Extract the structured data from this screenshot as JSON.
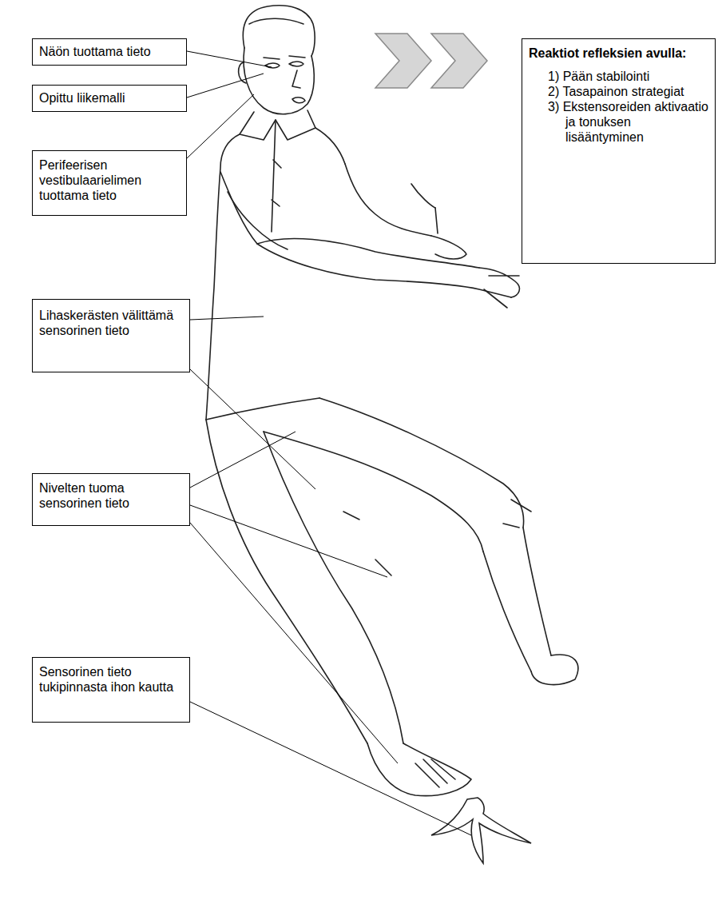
{
  "diagram": {
    "nodes": [
      {
        "text": [
          "Näön tuottama tieto"
        ]
      },
      {
        "text": [
          "Opittu liikemalli"
        ]
      },
      {
        "text": [
          "Reaktiot refleksien avulla:",
          "1) Pään stabilointi",
          "2) Tasapainon strategiat",
          "3) Ekstensoreiden aktivaatio ja tonuksen lisääntyminen"
        ]
      },
      {
        "text": [
          "Perifeerisen vestibulaarielimen tuottama tieto"
        ]
      },
      {
        "text": [
          "Lihaskerästen välittämä sensorinen tieto"
        ]
      },
      {
        "text": [
          "Nivelten tuoma sensorinen tieto"
        ]
      },
      {
        "text": [
          "Sensorinen tieto tukipinnasta ihon kautta"
        ]
      }
    ]
  }
}
